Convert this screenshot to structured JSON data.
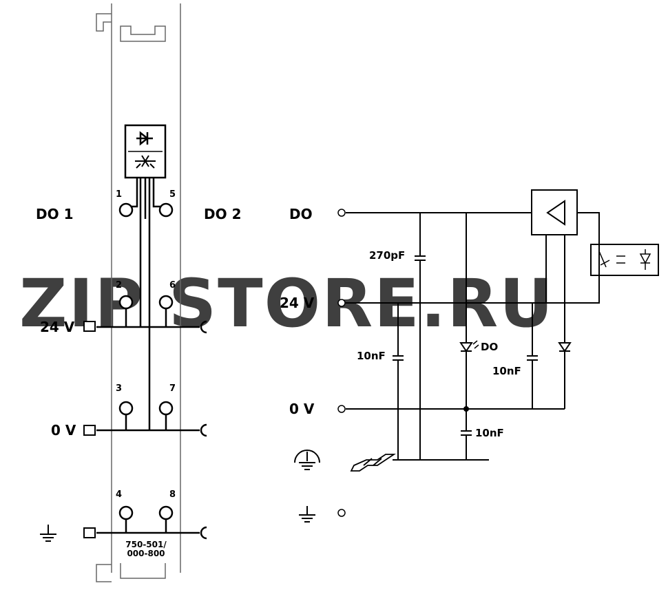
{
  "module": {
    "left_channel_label": "DO 1",
    "right_channel_label": "DO 2",
    "pins": {
      "p1": "1",
      "p2": "2",
      "p3": "3",
      "p4": "4",
      "p5": "5",
      "p6": "6",
      "p7": "7",
      "p8": "8"
    },
    "rail_24v_label": "24 V",
    "rail_0v_label": "0 V",
    "part_number_line1": "750-501/",
    "part_number_line2": "000-800"
  },
  "schematic": {
    "do_label": "DO",
    "v24_label": "24 V",
    "v0_label": "0 V",
    "cap_270pf": "270pF",
    "cap_10nf_left": "10nF",
    "cap_10nf_mid": "10nF",
    "cap_10nf_bottom": "10nF",
    "led_label": "DO"
  },
  "watermark": {
    "text_accent": "ZIP",
    "text_rest": "STORE.RU",
    "accent_color": "#f5b887",
    "rest_color": "#cccccc"
  },
  "colors": {
    "line": "#000000",
    "module_outline": "#666666"
  }
}
